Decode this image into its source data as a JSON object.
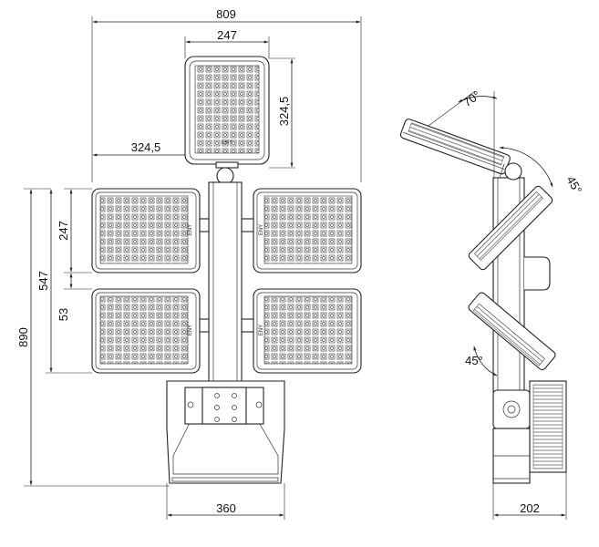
{
  "dimensions": {
    "overall_width": "809",
    "top_panel_width": "247",
    "top_panel_height": "324,5",
    "arm_offset": "324,5",
    "panel_height": "247",
    "two_panel_height": "547",
    "panel_gap": "53",
    "total_height": "890",
    "base_width": "360",
    "side_depth": "202"
  },
  "angles": {
    "top_tilt": "70°",
    "upper_side_tilt": "45°",
    "lower_side_tilt": "45°"
  },
  "panel_marking": "ENY"
}
